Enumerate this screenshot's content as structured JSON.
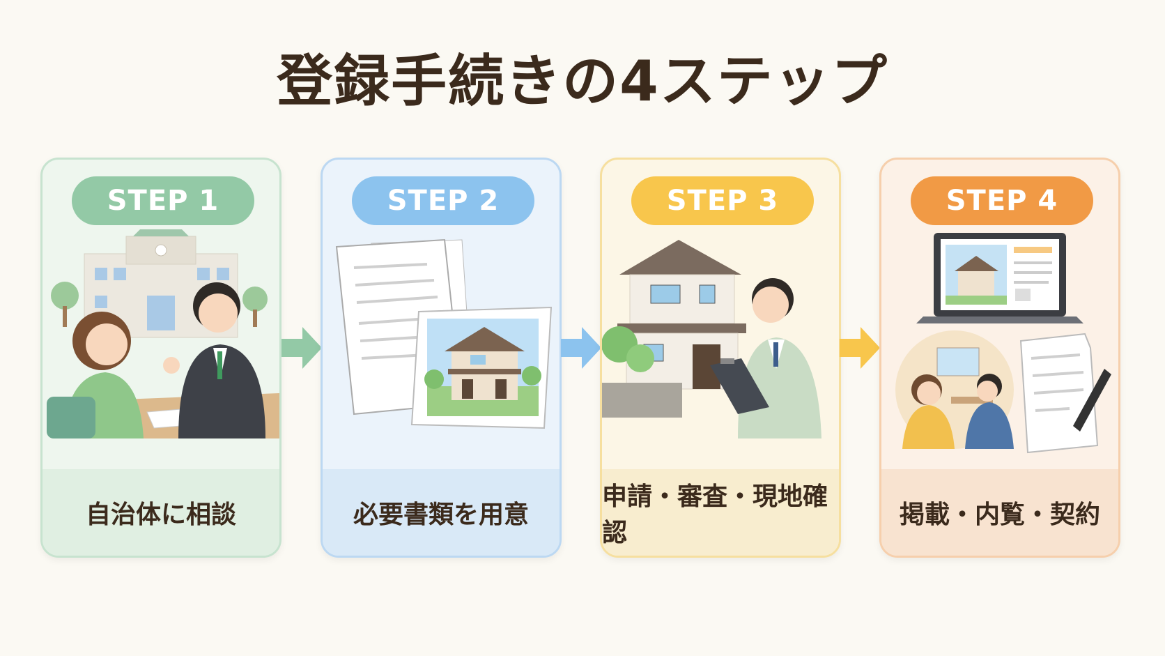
{
  "title": "登録手続きの4ステップ",
  "steps": [
    {
      "badge": "STEP 1",
      "label": "自治体に相談",
      "color": "#93c9a6"
    },
    {
      "badge": "STEP 2",
      "label": "必要書類を用意",
      "color": "#8cc3ee"
    },
    {
      "badge": "STEP 3",
      "label": "申請・審査・現地確認",
      "color": "#f8c64c"
    },
    {
      "badge": "STEP 4",
      "label": "掲載・内覧・契約",
      "color": "#f19a45"
    }
  ],
  "icons": [
    "city-hall-consultation-icon",
    "documents-house-photo-icon",
    "house-inspection-icon",
    "listing-viewing-contract-icon"
  ]
}
